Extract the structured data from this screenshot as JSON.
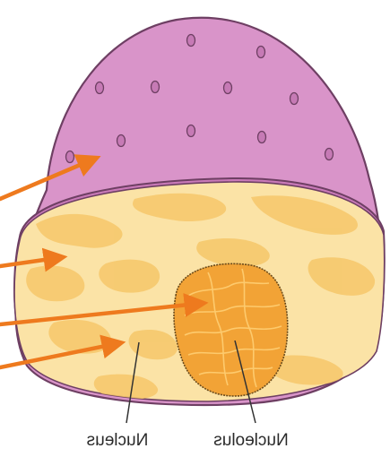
{
  "labels": {
    "nucleus": "Nucleus",
    "nucleolus": "Nucleolus"
  },
  "labels_mirrored": true,
  "pointer_arrows": [
    "nuclear-envelope-pore-arrow",
    "nuclear-envelope-arrow",
    "nucleolus-arrow",
    "chromatin-arrow"
  ],
  "colors": {
    "envelope": "#d994c9",
    "envelope_outline": "#6e3f63",
    "pore": "#c67ab5",
    "nucleoplasm": "#fbe3a6",
    "chromatin": "#f6c76a",
    "nucleolus": "#f2a336",
    "arrow": "#ee7a1e"
  }
}
